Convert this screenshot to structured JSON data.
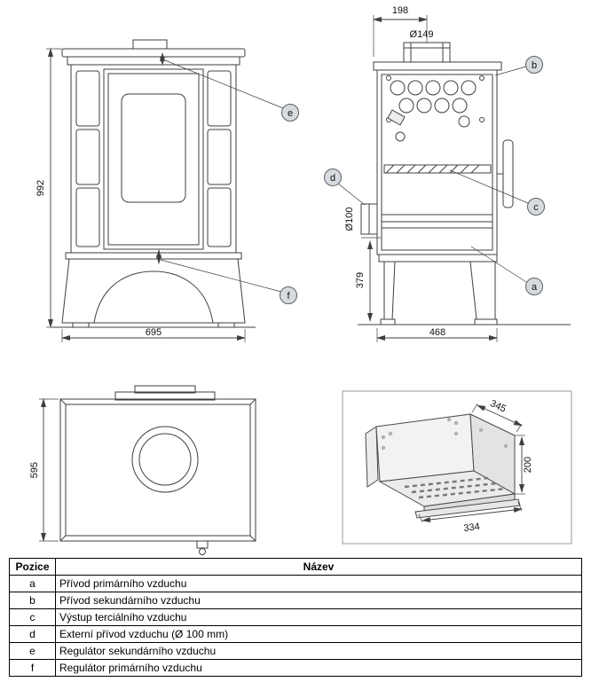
{
  "front_view": {
    "dim_height": "992",
    "dim_width": "695",
    "callout_e": "e",
    "callout_f": "f"
  },
  "side_view": {
    "dim_flue_offset": "198",
    "dim_flue_diameter": "Ø149",
    "dim_inlet_diameter": "Ø100",
    "dim_inlet_height": "379",
    "dim_depth": "468",
    "callout_a": "a",
    "callout_b": "b",
    "callout_c": "c",
    "callout_d": "d"
  },
  "top_view": {
    "dim_depth": "595"
  },
  "firebox_view": {
    "dim_depth": "345",
    "dim_height": "200",
    "dim_width": "334"
  },
  "parts_table": {
    "header_position": "Pozice",
    "header_name": "Název",
    "rows": [
      {
        "pos": "a",
        "name": "Přívod primárního vzduchu"
      },
      {
        "pos": "b",
        "name": "Přívod sekundárního vzduchu"
      },
      {
        "pos": "c",
        "name": "Výstup terciálního vzduchu"
      },
      {
        "pos": "d",
        "name": "Externí přívod vzduchu (Ø 100 mm)"
      },
      {
        "pos": "e",
        "name": "Regulátor sekundárního vzduchu"
      },
      {
        "pos": "f",
        "name": "Regulátor primárního vzduchu"
      }
    ]
  }
}
